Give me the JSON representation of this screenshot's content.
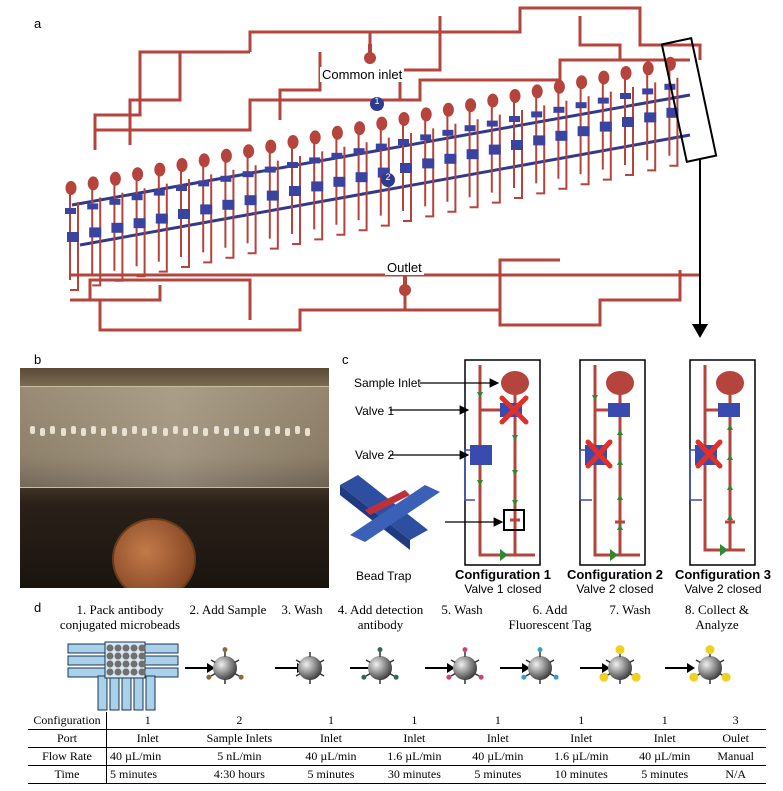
{
  "panel_a": {
    "letter": "a",
    "common_inlet": "Common inlet",
    "outlet": "Outlet",
    "valve_badge_1": "1",
    "valve_badge_2": "2"
  },
  "panel_b": {
    "letter": "b"
  },
  "panel_c": {
    "letter": "c",
    "sample_inlet": "Sample Inlet",
    "valve1": "Valve 1",
    "valve2": "Valve 2",
    "bead_trap": "Bead Trap",
    "configs": [
      {
        "title": "Configuration 1",
        "state": "Valve 1 closed"
      },
      {
        "title": "Configuration 2",
        "state": "Valve 2 closed"
      },
      {
        "title": "Configuration 3",
        "state": "Valve 2 closed"
      }
    ]
  },
  "panel_d": {
    "letter": "d",
    "steps": [
      "1. Pack antibody conjugated microbeads",
      "2. Add Sample",
      "3. Wash",
      "4. Add detection antibody",
      "5. Wash",
      "6. Add Fluorescent Tag",
      "7. Wash",
      "8. Collect & Analyze"
    ],
    "table": {
      "rows": [
        {
          "header": "Configuration",
          "cells": [
            "1",
            "2",
            "1",
            "1",
            "1",
            "1",
            "1",
            "3"
          ]
        },
        {
          "header": "Port",
          "cells": [
            "Inlet",
            "Sample Inlets",
            "Inlet",
            "Inlet",
            "Inlet",
            "Inlet",
            "Inlet",
            "Oulet"
          ]
        },
        {
          "header": "Flow Rate",
          "cells": [
            "40 µL/min",
            "5 nL/min",
            "40 µL/min",
            "1.6 µL/min",
            "40 µL/min",
            "1.6 µL/min",
            "40 µL/min",
            "Manual"
          ]
        },
        {
          "header": "Time",
          "cells": [
            "5 minutes",
            "4:30 hours",
            "5 minutes",
            "30 minutes",
            "5 minutes",
            "10 minutes",
            "5 minutes",
            "N/A"
          ]
        }
      ]
    }
  },
  "colors": {
    "channel_red": "#b5443c",
    "valve_blue": "#2e3a8c",
    "arrow_green": "#2f8a2f",
    "x_red": "#e0302a"
  }
}
